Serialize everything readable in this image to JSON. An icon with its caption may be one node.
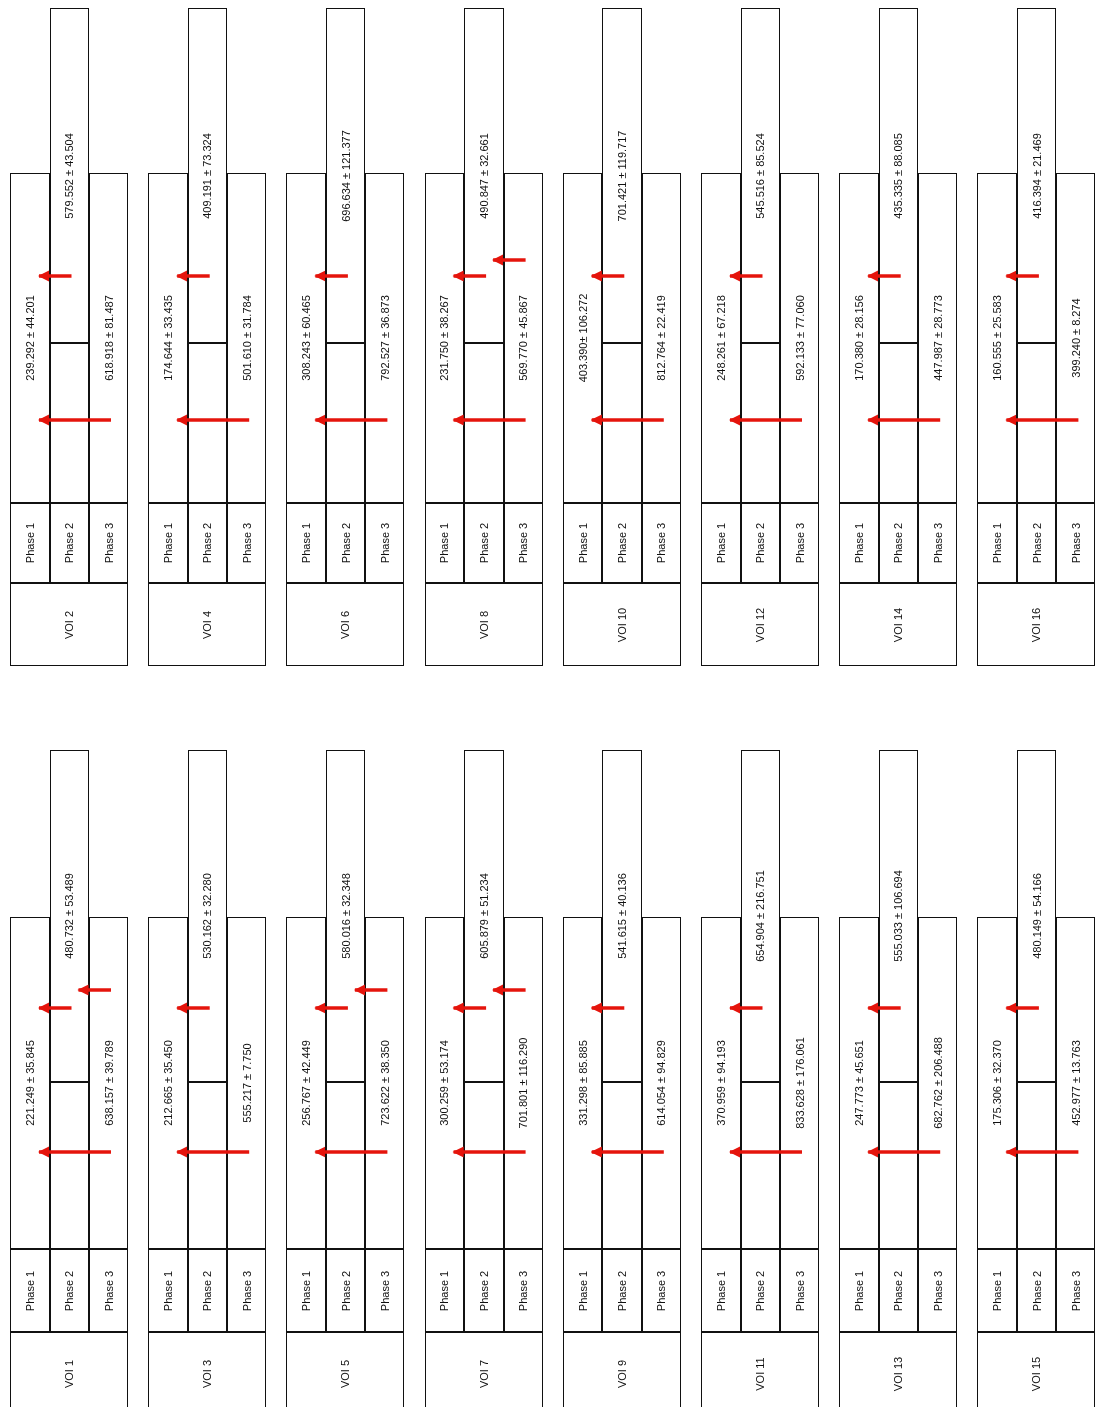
{
  "diagram": {
    "nodes": [
      {
        "text": [
          "VOI 2"
        ]
      },
      {
        "text": [
          "Phase 1"
        ]
      },
      {
        "text": [
          "Phase 2"
        ]
      },
      {
        "text": [
          "Phase 3"
        ]
      },
      {
        "text": [
          "239.292 ± 44.201"
        ]
      },
      {
        "text": [
          "579.552 ± 43.504"
        ]
      },
      {
        "text": [
          "618.918 ± 81.487"
        ]
      },
      {
        "text": [
          "VOI 4"
        ]
      },
      {
        "text": [
          "Phase 1"
        ]
      },
      {
        "text": [
          "Phase 2"
        ]
      },
      {
        "text": [
          "Phase 3"
        ]
      },
      {
        "text": [
          "174.644 ± 33.435"
        ]
      },
      {
        "text": [
          "409.191 ± 73.324"
        ]
      },
      {
        "text": [
          "501.610 ± 31.784"
        ]
      },
      {
        "text": [
          "VOI 6"
        ]
      },
      {
        "text": [
          "Phase 1"
        ]
      },
      {
        "text": [
          "Phase 2"
        ]
      },
      {
        "text": [
          "Phase 3"
        ]
      },
      {
        "text": [
          "308.243 ± 60.465"
        ]
      },
      {
        "text": [
          "696.634 ± 121.377"
        ]
      },
      {
        "text": [
          "792.527 ± 36.873"
        ]
      },
      {
        "text": [
          "VOI 8"
        ]
      },
      {
        "text": [
          "Phase 1"
        ]
      },
      {
        "text": [
          "Phase 2"
        ]
      },
      {
        "text": [
          "Phase 3"
        ]
      },
      {
        "text": [
          "231.750 ± 38.267"
        ]
      },
      {
        "text": [
          "490.847 ± 32.661"
        ]
      },
      {
        "text": [
          "569.770 ± 45.867"
        ]
      },
      {
        "text": [
          "VOI 10"
        ]
      },
      {
        "text": [
          "Phase 1"
        ]
      },
      {
        "text": [
          "Phase 2"
        ]
      },
      {
        "text": [
          "Phase 3"
        ]
      },
      {
        "text": [
          "403.390± 106.272"
        ]
      },
      {
        "text": [
          "701.421 ± 119.717"
        ]
      },
      {
        "text": [
          "812.764 ± 22.419"
        ]
      },
      {
        "text": [
          "VOI 12"
        ]
      },
      {
        "text": [
          "Phase 1"
        ]
      },
      {
        "text": [
          "Phase 2"
        ]
      },
      {
        "text": [
          "Phase 3"
        ]
      },
      {
        "text": [
          "248.261 ± 67.218"
        ]
      },
      {
        "text": [
          "545.516 ± 85.524"
        ]
      },
      {
        "text": [
          "592.133 ± 77.060"
        ]
      },
      {
        "text": [
          "VOI 14"
        ]
      },
      {
        "text": [
          "Phase 1"
        ]
      },
      {
        "text": [
          "Phase 2"
        ]
      },
      {
        "text": [
          "Phase 3"
        ]
      },
      {
        "text": [
          "170.380 ± 28.156"
        ]
      },
      {
        "text": [
          "435.335 ± 88.085"
        ]
      },
      {
        "text": [
          "447.987 ± 28.773"
        ]
      },
      {
        "text": [
          "VOI 16"
        ]
      },
      {
        "text": [
          "Phase 1"
        ]
      },
      {
        "text": [
          "Phase 2"
        ]
      },
      {
        "text": [
          "Phase 3"
        ]
      },
      {
        "text": [
          "160.555 ± 25.583"
        ]
      },
      {
        "text": [
          "416.394 ± 21.469"
        ]
      },
      {
        "text": [
          "399.240 ± 8.274"
        ]
      },
      {
        "text": [
          "VOI 1"
        ]
      },
      {
        "text": [
          "Phase 1"
        ]
      },
      {
        "text": [
          "Phase 2"
        ]
      },
      {
        "text": [
          "Phase 3"
        ]
      },
      {
        "text": [
          "221.249 ± 35.845"
        ]
      },
      {
        "text": [
          "480.732 ± 53.489"
        ]
      },
      {
        "text": [
          "638.157 ± 39.789"
        ]
      },
      {
        "text": [
          "VOI 3"
        ]
      },
      {
        "text": [
          "Phase 1"
        ]
      },
      {
        "text": [
          "Phase 2"
        ]
      },
      {
        "text": [
          "Phase 3"
        ]
      },
      {
        "text": [
          "212.665 ± 35.450"
        ]
      },
      {
        "text": [
          "530.162 ± 32.280"
        ]
      },
      {
        "text": [
          "555.217 ± 7.750"
        ]
      },
      {
        "text": [
          "VOI 5"
        ]
      },
      {
        "text": [
          "Phase 1"
        ]
      },
      {
        "text": [
          "Phase 2"
        ]
      },
      {
        "text": [
          "Phase 3"
        ]
      },
      {
        "text": [
          "256.767 ± 42.449"
        ]
      },
      {
        "text": [
          "580.016 ± 32.348"
        ]
      },
      {
        "text": [
          "723.622 ± 38.350"
        ]
      },
      {
        "text": [
          "VOI 7"
        ]
      },
      {
        "text": [
          "Phase 1"
        ]
      },
      {
        "text": [
          "Phase 2"
        ]
      },
      {
        "text": [
          "Phase 3"
        ]
      },
      {
        "text": [
          "300.259 ± 53.174"
        ]
      },
      {
        "text": [
          "605.879 ± 51.234"
        ]
      },
      {
        "text": [
          "701.801 ± 116.290"
        ]
      },
      {
        "text": [
          "VOI 9"
        ]
      },
      {
        "text": [
          "Phase 1"
        ]
      },
      {
        "text": [
          "Phase 2"
        ]
      },
      {
        "text": [
          "Phase 3"
        ]
      },
      {
        "text": [
          "331.298 ± 85.885"
        ]
      },
      {
        "text": [
          "541.615 ± 40.136"
        ]
      },
      {
        "text": [
          "614.054 ± 94.829"
        ]
      },
      {
        "text": [
          "VOI 11"
        ]
      },
      {
        "text": [
          "Phase 1"
        ]
      },
      {
        "text": [
          "Phase 2"
        ]
      },
      {
        "text": [
          "Phase 3"
        ]
      },
      {
        "text": [
          "370.959 ± 94.193"
        ]
      },
      {
        "text": [
          "654.904 ± 216.751"
        ]
      },
      {
        "text": [
          "833.628 ± 176.061"
        ]
      },
      {
        "text": [
          "VOI 13"
        ]
      },
      {
        "text": [
          "Phase 1"
        ]
      },
      {
        "text": [
          "Phase 2"
        ]
      },
      {
        "text": [
          "Phase 3"
        ]
      },
      {
        "text": [
          "247.773 ± 45.651"
        ]
      },
      {
        "text": [
          "555.033 ± 106.694"
        ]
      },
      {
        "text": [
          "682.762 ± 206.488"
        ]
      },
      {
        "text": [
          "VOI 15"
        ]
      },
      {
        "text": [
          "Phase 1"
        ]
      },
      {
        "text": [
          "Phase 2"
        ]
      },
      {
        "text": [
          "Phase 3"
        ]
      },
      {
        "text": [
          "175.306 ± 32.370"
        ]
      },
      {
        "text": [
          "480.149 ± 54.166"
        ]
      },
      {
        "text": [
          "452.977 ± 13.763"
        ]
      }
    ],
    "edges": [
      {
        "from": 6,
        "to": 4,
        "arrow": "to"
      },
      {
        "from": 5,
        "to": 4,
        "arrow": "to"
      },
      {
        "from": 13,
        "to": 11,
        "arrow": "to"
      },
      {
        "from": 12,
        "to": 11,
        "arrow": "to"
      },
      {
        "from": 20,
        "to": 18,
        "arrow": "to"
      },
      {
        "from": 19,
        "to": 18,
        "arrow": "to"
      },
      {
        "from": 27,
        "to": 25,
        "arrow": "to"
      },
      {
        "from": 26,
        "to": 25,
        "arrow": "to"
      },
      {
        "from": 27,
        "to": 26,
        "arrow": "to"
      },
      {
        "from": 34,
        "to": 32,
        "arrow": "to"
      },
      {
        "from": 33,
        "to": 32,
        "arrow": "to"
      },
      {
        "from": 41,
        "to": 39,
        "arrow": "to"
      },
      {
        "from": 40,
        "to": 39,
        "arrow": "to"
      },
      {
        "from": 48,
        "to": 46,
        "arrow": "to"
      },
      {
        "from": 47,
        "to": 46,
        "arrow": "to"
      },
      {
        "from": 55,
        "to": 53,
        "arrow": "to"
      },
      {
        "from": 54,
        "to": 53,
        "arrow": "to"
      },
      {
        "from": 62,
        "to": 60,
        "arrow": "to"
      },
      {
        "from": 61,
        "to": 60,
        "arrow": "to"
      },
      {
        "from": 62,
        "to": 61,
        "arrow": "to"
      },
      {
        "from": 69,
        "to": 67,
        "arrow": "to"
      },
      {
        "from": 68,
        "to": 67,
        "arrow": "to"
      },
      {
        "from": 76,
        "to": 74,
        "arrow": "to"
      },
      {
        "from": 75,
        "to": 74,
        "arrow": "to"
      },
      {
        "from": 76,
        "to": 75,
        "arrow": "to"
      },
      {
        "from": 83,
        "to": 81,
        "arrow": "to"
      },
      {
        "from": 82,
        "to": 81,
        "arrow": "to"
      },
      {
        "from": 83,
        "to": 82,
        "arrow": "to"
      },
      {
        "from": 90,
        "to": 88,
        "arrow": "to"
      },
      {
        "from": 89,
        "to": 88,
        "arrow": "to"
      },
      {
        "from": 97,
        "to": 95,
        "arrow": "to"
      },
      {
        "from": 96,
        "to": 95,
        "arrow": "to"
      },
      {
        "from": 104,
        "to": 102,
        "arrow": "to"
      },
      {
        "from": 103,
        "to": 102,
        "arrow": "to"
      },
      {
        "from": 111,
        "to": 109,
        "arrow": "to"
      },
      {
        "from": 110,
        "to": 109,
        "arrow": "to"
      }
    ]
  }
}
